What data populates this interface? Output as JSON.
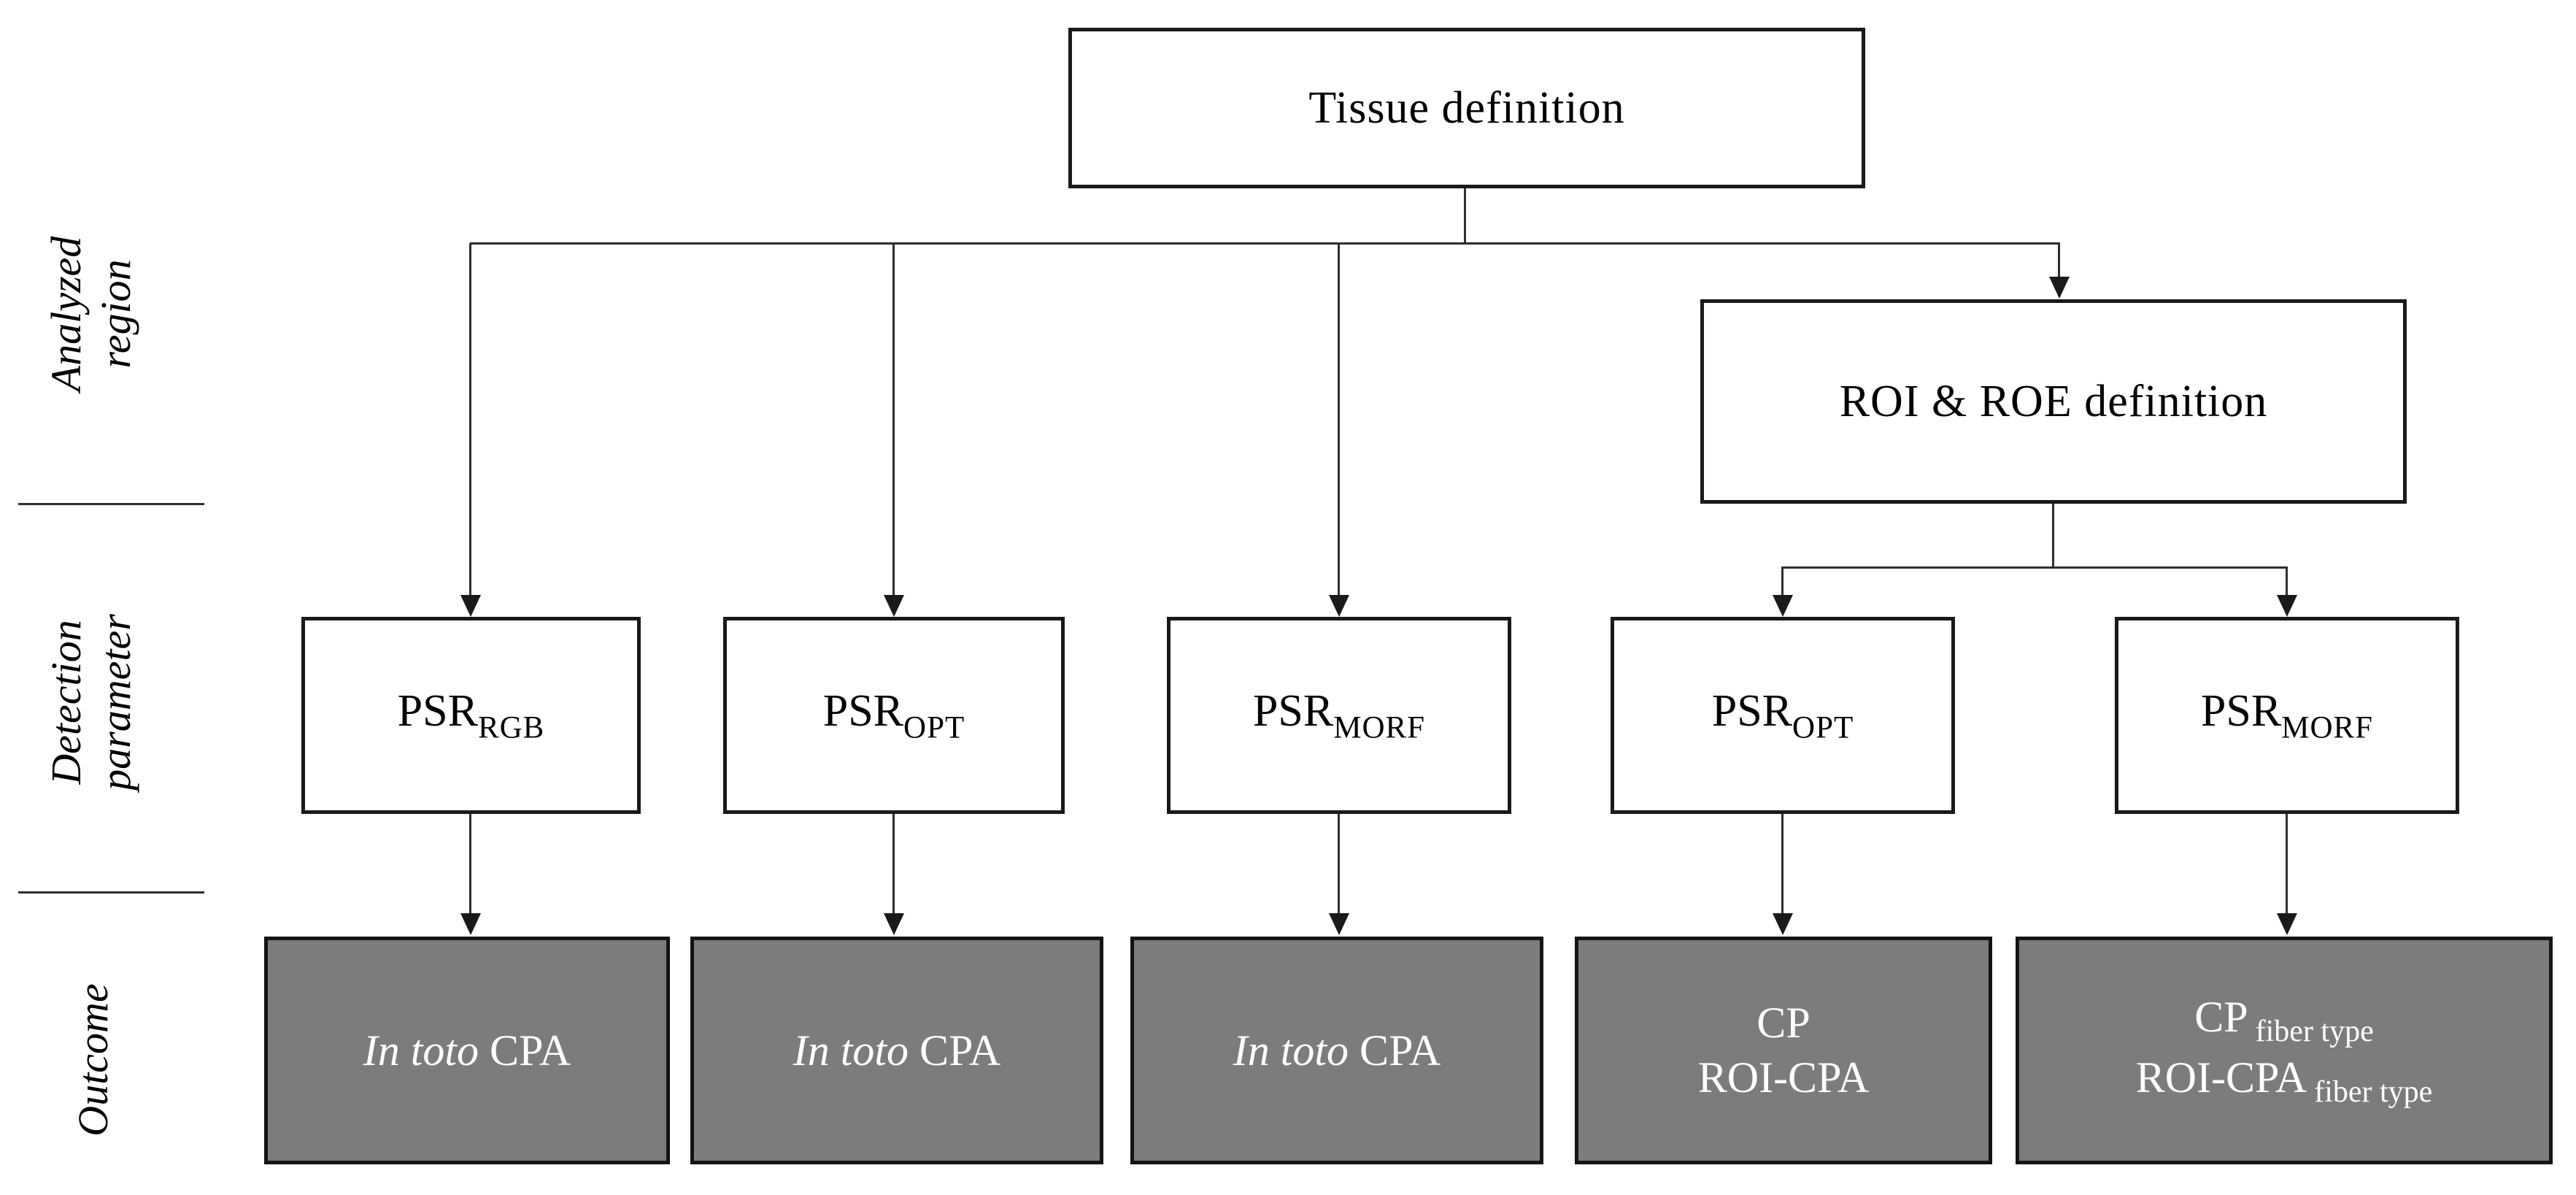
{
  "nodes": {
    "tissue": {
      "label": "Tissue definition"
    },
    "roi_roe": {
      "label": "ROI & ROE definition"
    },
    "psr_boxes": [
      {
        "main": "PSR",
        "sub": "RGB"
      },
      {
        "main": "PSR",
        "sub": "OPT"
      },
      {
        "main": "PSR",
        "sub": "MORF"
      },
      {
        "main": "PSR",
        "sub": "OPT"
      },
      {
        "main": "PSR",
        "sub": "MORF"
      }
    ],
    "outcomes": [
      {
        "italic": "In toto",
        "label": "CPA"
      },
      {
        "italic": "In toto",
        "label": "CPA"
      },
      {
        "italic": "In toto",
        "label": "CPA"
      },
      {
        "line1": "CP",
        "line2": "ROI-CPA"
      },
      {
        "line1": "CP",
        "line1_sub": "fiber type",
        "line2": "ROI-CPA",
        "line2_sub": "fiber type"
      }
    ]
  },
  "row_labels": {
    "analyzed_region": {
      "line1": "Analyzed",
      "line2": "region"
    },
    "detection_parameter": {
      "line1": "Detection",
      "line2": "parameter"
    },
    "outcome": {
      "label": "Outcome"
    }
  },
  "colors": {
    "outcome_fill": "#7c7c7c",
    "outcome_text": "#ffffff",
    "box_border": "#1a1a1a",
    "connector": "#2e2e2e",
    "background": "#ffffff"
  }
}
